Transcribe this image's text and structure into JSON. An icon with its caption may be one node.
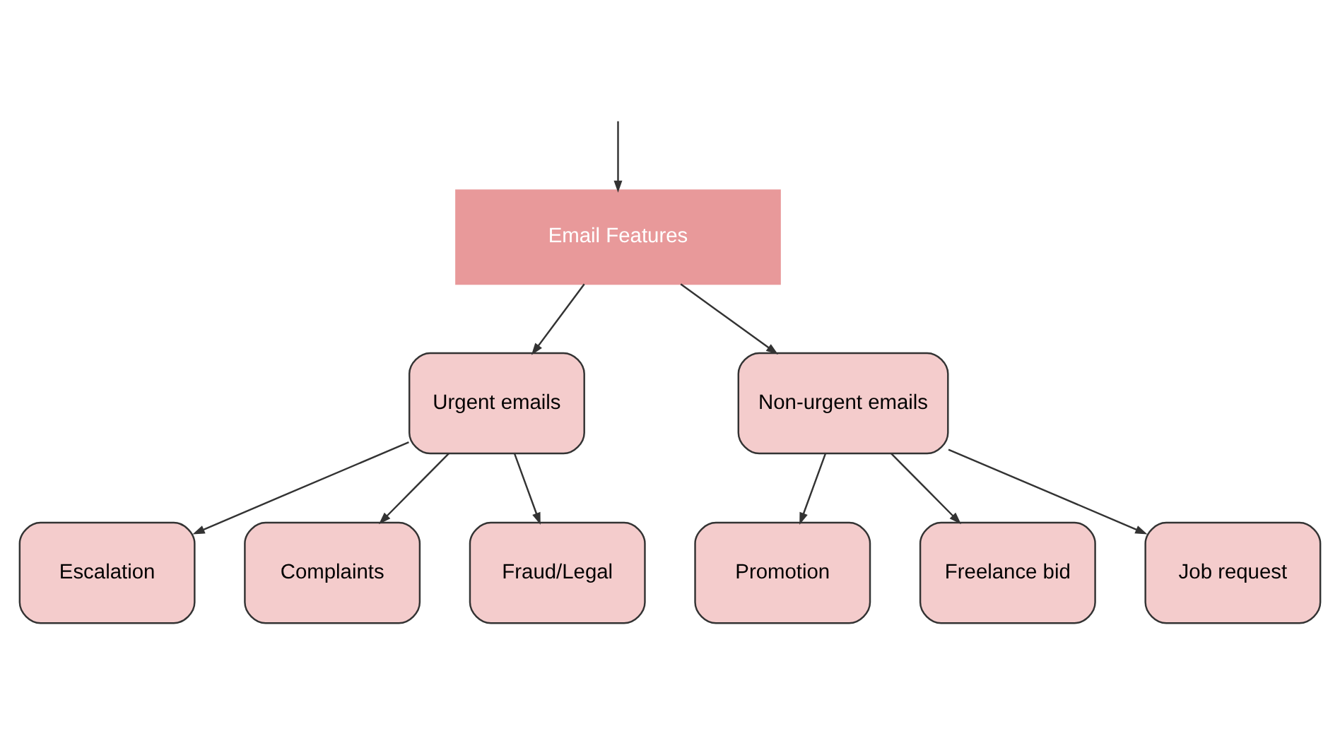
{
  "diagram": {
    "nodes": [
      {
        "text": [
          "Email Features"
        ]
      },
      {
        "text": [
          "Urgent emails"
        ]
      },
      {
        "text": [
          "Non-urgent emails"
        ]
      },
      {
        "text": [
          "Escalation"
        ]
      },
      {
        "text": [
          "Complaints"
        ]
      },
      {
        "text": [
          "Fraud/Legal"
        ]
      },
      {
        "text": [
          "Promotion"
        ]
      },
      {
        "text": [
          "Freelance bid"
        ]
      },
      {
        "text": [
          "Job request"
        ]
      }
    ],
    "edges": [
      {
        "from": null,
        "to": 0,
        "arrow": "to"
      },
      {
        "from": 0,
        "to": 1,
        "arrow": "to"
      },
      {
        "from": 0,
        "to": 2,
        "arrow": "to"
      },
      {
        "from": 1,
        "to": 3,
        "arrow": "to"
      },
      {
        "from": 1,
        "to": 4,
        "arrow": "to"
      },
      {
        "from": 1,
        "to": 5,
        "arrow": "to"
      },
      {
        "from": 2,
        "to": 6,
        "arrow": "to"
      },
      {
        "from": 2,
        "to": 7,
        "arrow": "to"
      },
      {
        "from": 2,
        "to": 8,
        "arrow": "to"
      }
    ]
  }
}
